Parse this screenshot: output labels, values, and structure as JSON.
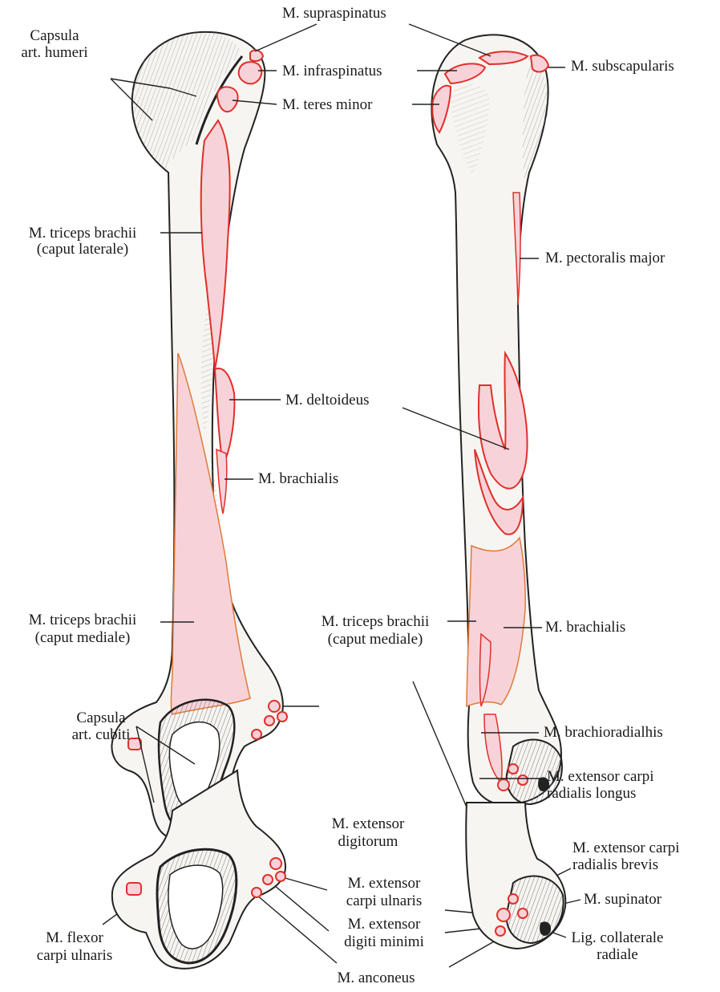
{
  "figure": {
    "colors": {
      "bone_fill": "#f7f5f1",
      "bone_outline": "#222222",
      "shading": "#8a8a8a",
      "muscle_attachment_fill": "#f7d3d9",
      "muscle_attachment_outline": "#e0302a",
      "leader_line": "#222222"
    },
    "posterior_view": {
      "labels": {
        "capsula_art_humeri_1": "Capsula",
        "capsula_art_humeri_2": "art. humeri",
        "supraspinatus": "M. supraspinatus",
        "infraspinatus": "M. infraspinatus",
        "teres_minor": "M. teres minor",
        "triceps_lateral_1": "M. triceps brachii",
        "triceps_lateral_2": "(caput laterale)",
        "deltoideus": "M. deltoideus",
        "brachialis": "M. brachialis",
        "triceps_medial_1": "M. triceps brachii",
        "triceps_medial_2": "(caput mediale)",
        "capsula_art_cubiti_1": "Capsula",
        "capsula_art_cubiti_2": "art. cubiti",
        "extensor_digitorum_1": "M. extensor",
        "extensor_digitorum_2": "digitorum",
        "ext_carpi_ulnaris_1": "M. extensor",
        "ext_carpi_ulnaris_2": "carpi ulnaris",
        "ext_digiti_minimi_1": "M. extensor",
        "ext_digiti_minimi_2": "digiti minimi",
        "flexor_carpi_ulnaris_1": "M. flexor",
        "flexor_carpi_ulnaris_2": "carpi ulnaris",
        "anconeus": "M. anconeus"
      }
    },
    "lateral_view": {
      "labels": {
        "subscapularis": "M. subscapularis",
        "pectoralis_major": "M. pectoralis major",
        "triceps_medial_1": "M. triceps brachii",
        "triceps_medial_2": "(caput mediale)",
        "brachialis": "M. brachialis",
        "brachioradialis": "M. brachioradialhis",
        "ext_carpi_rad_longus_1": "M. extensor carpi",
        "ext_carpi_rad_longus_2": "radialis longus",
        "ext_carpi_rad_brevis_1": "M. extensor carpi",
        "ext_carpi_rad_brevis_2": "radialis brevis",
        "supinator": "M. supinator",
        "lig_collaterale_1": "Lig. collaterale",
        "lig_collaterale_2": "radiale"
      }
    }
  }
}
